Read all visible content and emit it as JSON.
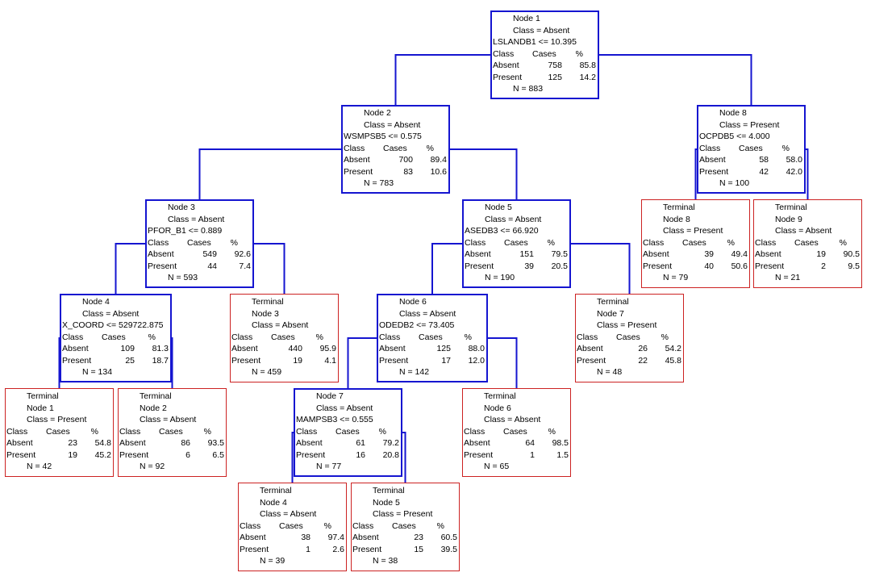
{
  "tree": {
    "colors": {
      "split_border": "#1515d0",
      "terminal_border": "#cc2222",
      "edge": "#1515d0"
    },
    "headers": {
      "class": "Class",
      "cases": "Cases",
      "pct": "%"
    },
    "nodes": [
      {
        "id": "node1",
        "kind": "split",
        "title": "Node 1",
        "class_line": "Class = Absent",
        "rule": "LSLANDB1 <= 10.395",
        "rows": [
          {
            "label": "Absent",
            "cases": "758",
            "pct": "85.8"
          },
          {
            "label": "Present",
            "cases": "125",
            "pct": "14.2"
          }
        ],
        "n": "N = 883"
      },
      {
        "id": "node2",
        "kind": "split",
        "title": "Node 2",
        "class_line": "Class = Absent",
        "rule": "WSMPSB5 <=  0.575",
        "rows": [
          {
            "label": "Absent",
            "cases": "700",
            "pct": "89.4"
          },
          {
            "label": "Present",
            "cases": "83",
            "pct": "10.6"
          }
        ],
        "n": "N = 783"
      },
      {
        "id": "node8",
        "kind": "split",
        "title": "Node 8",
        "class_line": "Class = Present",
        "rule": "OCPDB5 <=  4.000",
        "rows": [
          {
            "label": "Absent",
            "cases": "58",
            "pct": "58.0"
          },
          {
            "label": "Present",
            "cases": "42",
            "pct": "42.0"
          }
        ],
        "n": "N = 100"
      },
      {
        "id": "node3",
        "kind": "split",
        "title": "Node 3",
        "class_line": "Class = Absent",
        "rule": "PFOR_B1 <=  0.889",
        "rows": [
          {
            "label": "Absent",
            "cases": "549",
            "pct": "92.6"
          },
          {
            "label": "Present",
            "cases": "44",
            "pct": "7.4"
          }
        ],
        "n": "N = 593"
      },
      {
        "id": "node5",
        "kind": "split",
        "title": "Node 5",
        "class_line": "Class = Absent",
        "rule": "ASEDB3 <= 66.920",
        "rows": [
          {
            "label": "Absent",
            "cases": "151",
            "pct": "79.5"
          },
          {
            "label": "Present",
            "cases": "39",
            "pct": "20.5"
          }
        ],
        "n": "N = 190"
      },
      {
        "id": "terminal8",
        "kind": "terminal",
        "title": "Terminal",
        "subtitle": "Node 8",
        "class_line": "Class = Present",
        "rows": [
          {
            "label": "Absent",
            "cases": "39",
            "pct": "49.4"
          },
          {
            "label": "Present",
            "cases": "40",
            "pct": "50.6"
          }
        ],
        "n": "N = 79"
      },
      {
        "id": "terminal9",
        "kind": "terminal",
        "title": "Terminal",
        "subtitle": "Node 9",
        "class_line": "Class = Absent",
        "rows": [
          {
            "label": "Absent",
            "cases": "19",
            "pct": "90.5"
          },
          {
            "label": "Present",
            "cases": "2",
            "pct": "9.5"
          }
        ],
        "n": "N = 21"
      },
      {
        "id": "node4",
        "kind": "split",
        "title": "Node 4",
        "class_line": "Class = Absent",
        "rule": "X_COORD <= 529722.875",
        "rows": [
          {
            "label": "Absent",
            "cases": "109",
            "pct": "81.3"
          },
          {
            "label": "Present",
            "cases": "25",
            "pct": "18.7"
          }
        ],
        "n": "N = 134"
      },
      {
        "id": "terminal3",
        "kind": "terminal",
        "title": "Terminal",
        "subtitle": "Node 3",
        "class_line": "Class = Absent",
        "rows": [
          {
            "label": "Absent",
            "cases": "440",
            "pct": "95.9"
          },
          {
            "label": "Present",
            "cases": "19",
            "pct": "4.1"
          }
        ],
        "n": "N = 459"
      },
      {
        "id": "node6",
        "kind": "split",
        "title": "Node 6",
        "class_line": "Class = Absent",
        "rule": "ODEDB2 <= 73.405",
        "rows": [
          {
            "label": "Absent",
            "cases": "125",
            "pct": "88.0"
          },
          {
            "label": "Present",
            "cases": "17",
            "pct": "12.0"
          }
        ],
        "n": "N = 142"
      },
      {
        "id": "terminal7",
        "kind": "terminal",
        "title": "Terminal",
        "subtitle": "Node 7",
        "class_line": "Class = Present",
        "rows": [
          {
            "label": "Absent",
            "cases": "26",
            "pct": "54.2"
          },
          {
            "label": "Present",
            "cases": "22",
            "pct": "45.8"
          }
        ],
        "n": "N = 48"
      },
      {
        "id": "terminal1",
        "kind": "terminal",
        "title": "Terminal",
        "subtitle": "Node 1",
        "class_line": "Class = Present",
        "rows": [
          {
            "label": "Absent",
            "cases": "23",
            "pct": "54.8"
          },
          {
            "label": "Present",
            "cases": "19",
            "pct": "45.2"
          }
        ],
        "n": "N = 42"
      },
      {
        "id": "terminal2",
        "kind": "terminal",
        "title": "Terminal",
        "subtitle": "Node 2",
        "class_line": "Class = Absent",
        "rows": [
          {
            "label": "Absent",
            "cases": "86",
            "pct": "93.5"
          },
          {
            "label": "Present",
            "cases": "6",
            "pct": "6.5"
          }
        ],
        "n": "N = 92"
      },
      {
        "id": "node7",
        "kind": "split",
        "title": "Node 7",
        "class_line": "Class = Absent",
        "rule": "MAMPSB3 <=  0.555",
        "rows": [
          {
            "label": "Absent",
            "cases": "61",
            "pct": "79.2"
          },
          {
            "label": "Present",
            "cases": "16",
            "pct": "20.8"
          }
        ],
        "n": "N = 77"
      },
      {
        "id": "terminal6",
        "kind": "terminal",
        "title": "Terminal",
        "subtitle": "Node 6",
        "class_line": "Class = Absent",
        "rows": [
          {
            "label": "Absent",
            "cases": "64",
            "pct": "98.5"
          },
          {
            "label": "Present",
            "cases": "1",
            "pct": "1.5"
          }
        ],
        "n": "N = 65"
      },
      {
        "id": "terminal4",
        "kind": "terminal",
        "title": "Terminal",
        "subtitle": "Node 4",
        "class_line": "Class = Absent",
        "rows": [
          {
            "label": "Absent",
            "cases": "38",
            "pct": "97.4"
          },
          {
            "label": "Present",
            "cases": "1",
            "pct": "2.6"
          }
        ],
        "n": "N = 39"
      },
      {
        "id": "terminal5",
        "kind": "terminal",
        "title": "Terminal",
        "subtitle": "Node 5",
        "class_line": "Class = Present",
        "rows": [
          {
            "label": "Absent",
            "cases": "23",
            "pct": "60.5"
          },
          {
            "label": "Present",
            "cases": "15",
            "pct": "39.5"
          }
        ],
        "n": "N = 38"
      }
    ],
    "edges": [
      {
        "parent": "node1",
        "left": "node2",
        "right": "node8"
      },
      {
        "parent": "node2",
        "left": "node3",
        "right": "node5"
      },
      {
        "parent": "node8",
        "left": "terminal8",
        "right": "terminal9"
      },
      {
        "parent": "node3",
        "left": "node4",
        "right": "terminal3"
      },
      {
        "parent": "node5",
        "left": "node6",
        "right": "terminal7"
      },
      {
        "parent": "node4",
        "left": "terminal1",
        "right": "terminal2"
      },
      {
        "parent": "node6",
        "left": "node7",
        "right": "terminal6"
      },
      {
        "parent": "node7",
        "left": "terminal4",
        "right": "terminal5"
      }
    ]
  }
}
